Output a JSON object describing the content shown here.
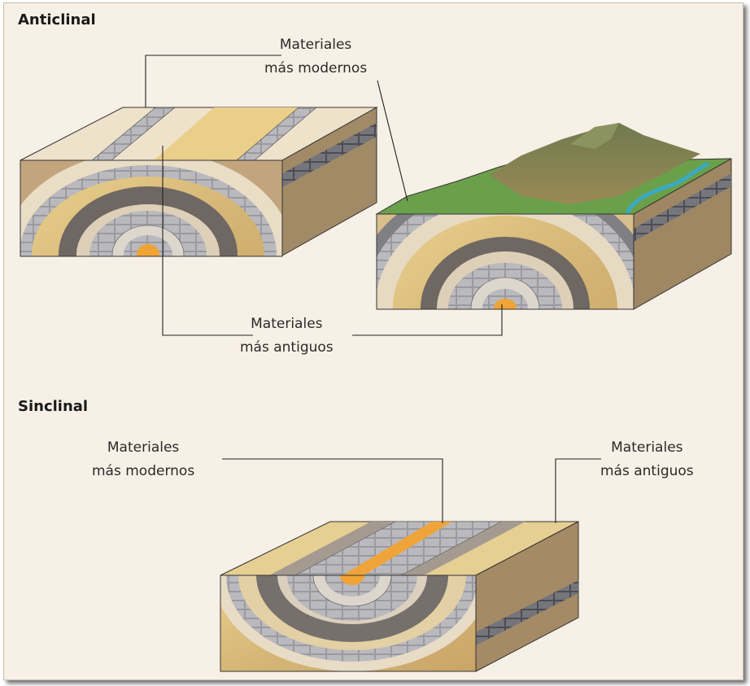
{
  "anticlinal": {
    "title": "Anticlinal",
    "label_modern": {
      "line1": "Materiales",
      "line2": "más modernos"
    },
    "label_old": {
      "line1": "Materiales",
      "line2": "más antiguos"
    }
  },
  "sinclinal": {
    "title": "Sinclinal",
    "label_modern": {
      "line1": "Materiales",
      "line2": "más modernos"
    },
    "label_old": {
      "line1": "Materiales",
      "line2": "más antiguos"
    }
  }
}
